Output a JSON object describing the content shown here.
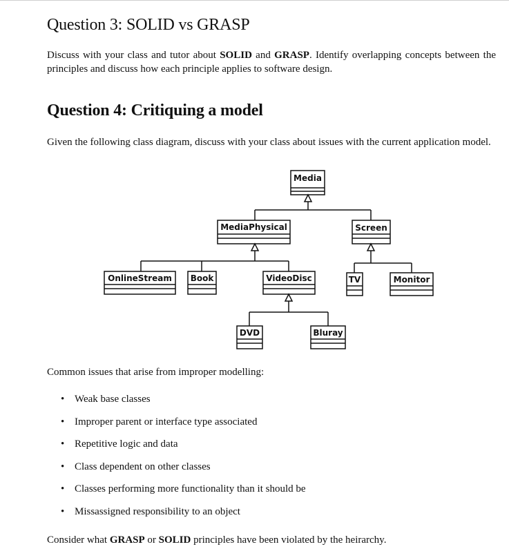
{
  "q3": {
    "title": "Question 3: SOLID vs GRASP",
    "title_prefix": "Question 3: ",
    "title_bold": "SOLID vs GRASP",
    "p_t1": "Discuss with your class and tutor about ",
    "p_b1": "SOLID",
    "p_t2": " and ",
    "p_b2": "GRASP",
    "p_t3": ". Identify overlapping concepts between the principles and discuss how each principle applies to software design."
  },
  "q4": {
    "title": "Question 4: Critiquing a model",
    "intro": "Given the following class diagram, discuss with your class about issues with the current application model."
  },
  "diagram": {
    "classes": {
      "media": "Media",
      "mediaphysical": "MediaPhysical",
      "screen": "Screen",
      "onlinestream": "OnlineStream",
      "book": "Book",
      "videodisc": "VideoDisc",
      "tv": "TV",
      "monitor": "Monitor",
      "dvd": "DVD",
      "bluray": "Bluray"
    }
  },
  "common": {
    "heading": "Common issues that arise from improper modelling:",
    "items": [
      "Weak base classes",
      "Improper parent or interface type associated",
      "Repetitive logic and data",
      "Class dependent on other classes",
      "Classes performing more functionality than it should be",
      "Missassigned responsibility to an object"
    ]
  },
  "consider": {
    "t1": "Consider what ",
    "b1": "GRASP",
    "t2": " or ",
    "b2": "SOLID",
    "t3": " principles have been violated by the heirarchy."
  }
}
